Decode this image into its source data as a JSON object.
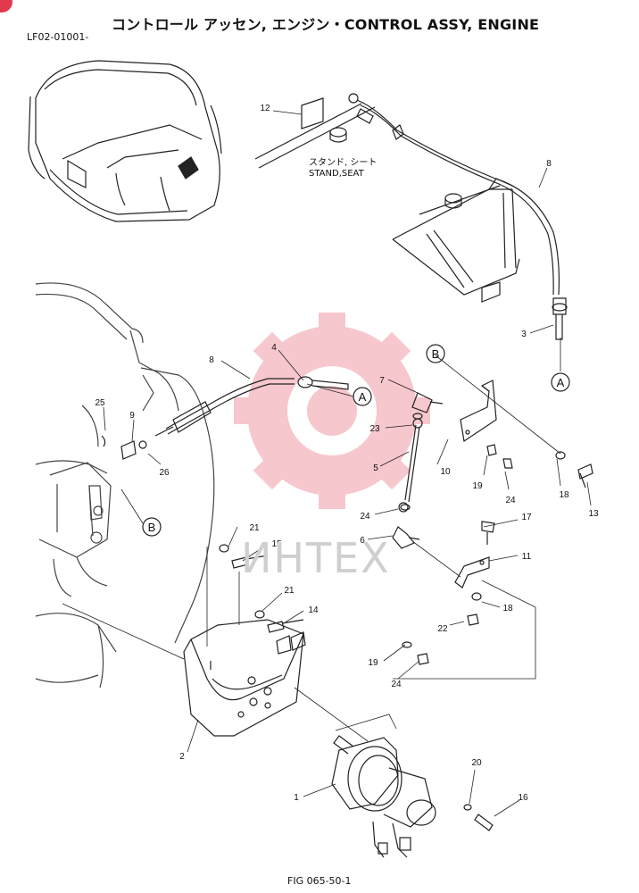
{
  "header": {
    "title": "コントロール アッセン, エンジン・CONTROL ASSY, ENGINE",
    "serial": "LF02-01001-"
  },
  "footer": {
    "figure": "FIG 065-50-1"
  },
  "labels": {
    "stand_jp": "スタンド, シート",
    "stand_en": "STAND,SEAT"
  },
  "watermark": {
    "text": "ИНТЕХ",
    "color": "#e23a4c"
  },
  "refs": {
    "A": "A",
    "B": "B"
  },
  "parts": {
    "p1": "1",
    "p2": "2",
    "p3": "3",
    "p4": "4",
    "p5": "5",
    "p6": "6",
    "p7": "7",
    "p8a": "8",
    "p8b": "8",
    "p9": "9",
    "p10": "10",
    "p11": "11",
    "p12": "12",
    "p13": "13",
    "p14": "14",
    "p15": "15",
    "p16": "16",
    "p17": "17",
    "p18a": "18",
    "p18b": "18",
    "p19a": "19",
    "p19b": "19",
    "p20": "20",
    "p21a": "21",
    "p21b": "21",
    "p22": "22",
    "p23": "23",
    "p24a": "24",
    "p24b": "24",
    "p24c": "24",
    "p25": "25",
    "p26": "26"
  }
}
